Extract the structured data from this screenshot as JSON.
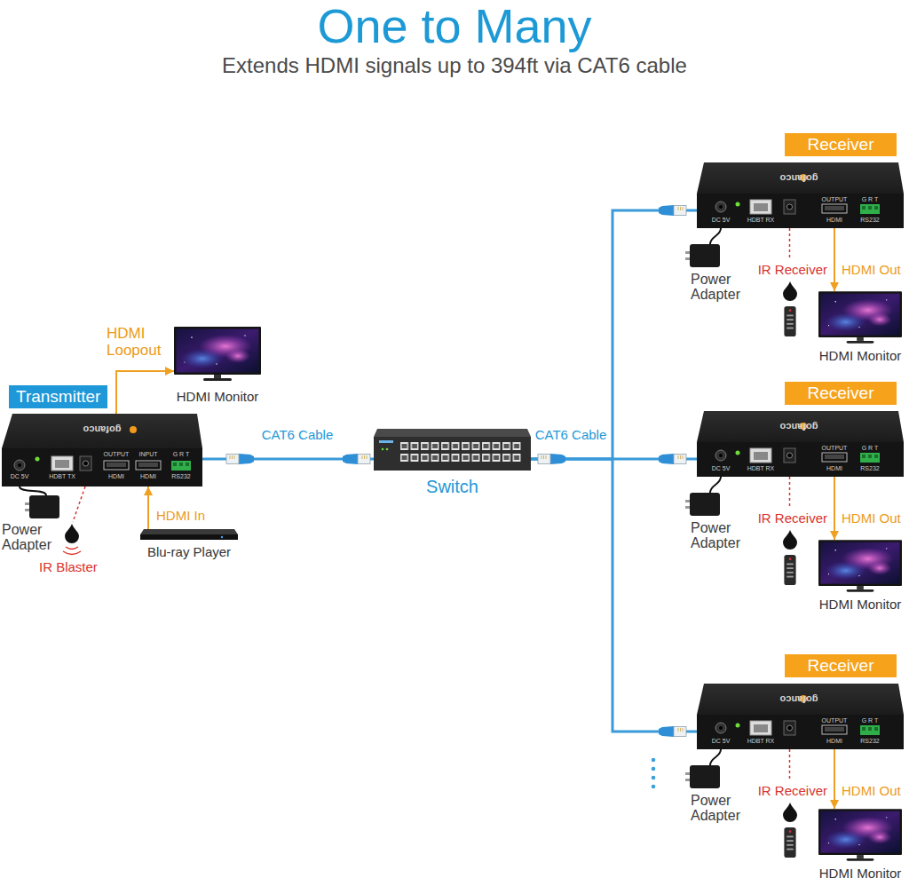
{
  "diagram": {
    "title": "One to Many",
    "nodes": [
      {
        "text": [
          "Transmitter"
        ]
      },
      {
        "text": [
          "HDMI Monitor"
        ]
      },
      {
        "text": [
          "Blu-ray Player"
        ]
      },
      {
        "text": [
          "Switch"
        ]
      },
      {
        "text": [
          "Receiver"
        ]
      },
      {
        "text": [
          "HDMI Monitor"
        ]
      },
      {
        "text": [
          "Receiver"
        ]
      },
      {
        "text": [
          "HDMI Monitor"
        ]
      },
      {
        "text": [
          "Receiver"
        ]
      },
      {
        "text": [
          "HDMI Monitor"
        ]
      }
    ],
    "edges": [
      {
        "from": 0,
        "to": 1,
        "arrow": "to",
        "label": "HDMI Loopout"
      },
      {
        "from": 2,
        "to": 0,
        "arrow": "to",
        "label": "HDMI In"
      },
      {
        "from": 0,
        "to": 3,
        "arrow": "none",
        "label": "CAT6 Cable"
      },
      {
        "from": 3,
        "to": 4,
        "arrow": "none"
      },
      {
        "from": 3,
        "to": 6,
        "arrow": "none",
        "label": "CAT6 Cable"
      },
      {
        "from": 3,
        "to": 8,
        "arrow": "none"
      },
      {
        "from": 4,
        "to": 5,
        "arrow": "to",
        "label": "HDMI Out"
      },
      {
        "from": 6,
        "to": 7,
        "arrow": "to",
        "label": "HDMI Out"
      },
      {
        "from": 8,
        "to": 9,
        "arrow": "to",
        "label": "HDMI Out"
      }
    ],
    "labels": [
      "Extends HDMI signals up to 394ft via CAT6 cable",
      "Power Adapter",
      "IR Blaster",
      "gofanco",
      "DC 5V",
      "HDBT TX",
      "HDMI",
      "HDMI",
      "G R T",
      "RS232",
      "OUTPUT",
      "INPUT",
      "IR Receiver",
      "Power Adapter",
      "gofanco",
      "DC 5V",
      "HDBT RX",
      "OUTPUT",
      "HDMI",
      "G R T",
      "RS232",
      "IR Receiver",
      "Power Adapter",
      "gofanco",
      "DC 5V",
      "HDBT RX",
      "OUTPUT",
      "HDMI",
      "G R T",
      "RS232",
      "IR Receiver",
      "Power Adapter",
      "gofanco",
      "DC 5V",
      "HDBT RX",
      "OUTPUT",
      "HDMI",
      "G R T",
      "RS232"
    ]
  }
}
